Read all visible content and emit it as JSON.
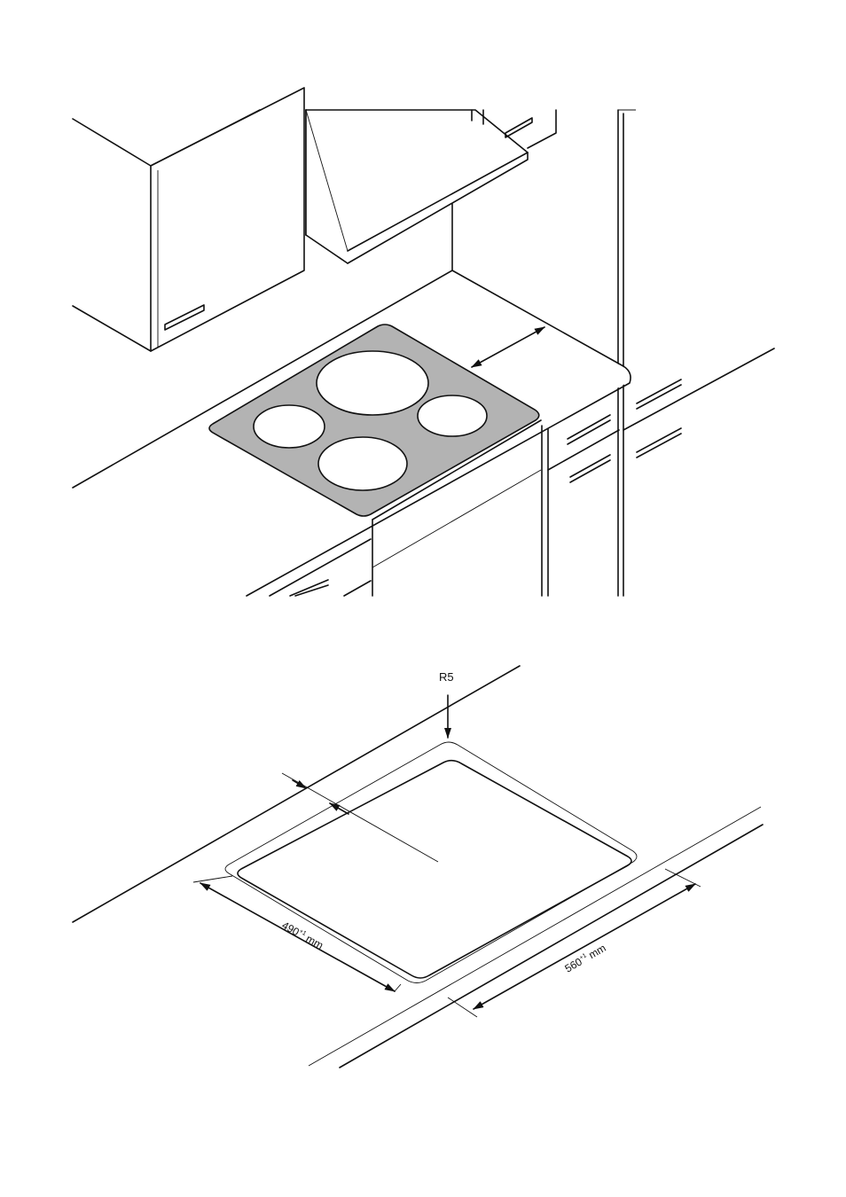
{
  "cutout": {
    "radius_label": "R5",
    "depth_value": "490",
    "depth_tolerance": "+1",
    "depth_unit": "mm",
    "width_value": "560",
    "width_tolerance": "+1",
    "width_unit": "mm"
  },
  "colors": {
    "line": "#111111",
    "hob_glass": "#b3b3b3",
    "background": "#ffffff"
  },
  "icons": {
    "dimension_arrow": "arrowhead"
  }
}
